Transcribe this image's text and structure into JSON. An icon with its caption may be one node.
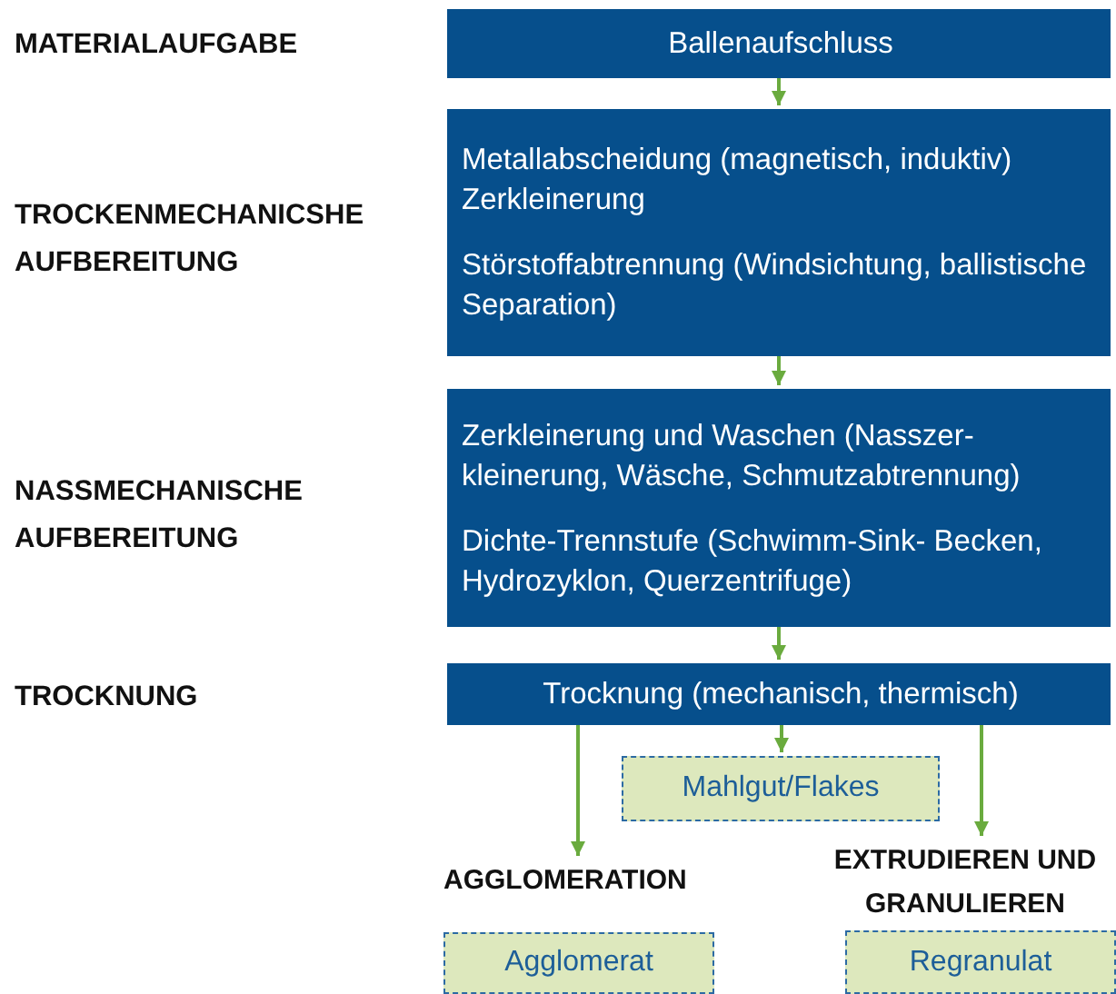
{
  "diagram": {
    "nodes": [
      {
        "text": [
          "Ballenaufschluss"
        ]
      },
      {
        "text": [
          "Metallabscheidung (magnetisch, induktiv) Zerkleinerung",
          "Störstoffabtrennung (Windsichtung, ballistische Separation)"
        ]
      },
      {
        "text": [
          "Zerkleinerung und Waschen (Nasszer- kleinerung, Wäsche, Schmutzabtrennung)",
          "Dichte-Trennstufe (Schwimm-Sink- Becken, Hydrozyklon, Querzentrifuge)"
        ]
      },
      {
        "text": [
          "Trocknung (mechanisch, thermisch)"
        ]
      },
      {
        "text": [
          "Mahlgut/Flakes"
        ]
      },
      {
        "text": [
          "Agglomerat"
        ],
        "beside": [
          "AGGLOMERATION"
        ]
      },
      {
        "text": [
          "Regranulat"
        ],
        "beside": [
          "EXTRUDIEREN UND GRANULIEREN"
        ]
      }
    ],
    "edges": [
      {
        "from": 0,
        "to": 1,
        "arrow": "to"
      },
      {
        "from": 1,
        "to": 2,
        "arrow": "to"
      },
      {
        "from": 2,
        "to": 3,
        "arrow": "to"
      },
      {
        "from": 3,
        "to": 4,
        "arrow": "to"
      },
      {
        "from": 3,
        "to": 5,
        "arrow": "to"
      },
      {
        "from": 3,
        "to": 6,
        "arrow": "to"
      }
    ],
    "labels": [
      "MATERIALAUFGABE",
      "TROCKENMECHANICSHE AUFBEREITUNG",
      "NASSMECHANISCHE AUFBEREITUNG",
      "TROCKNUNG"
    ]
  }
}
